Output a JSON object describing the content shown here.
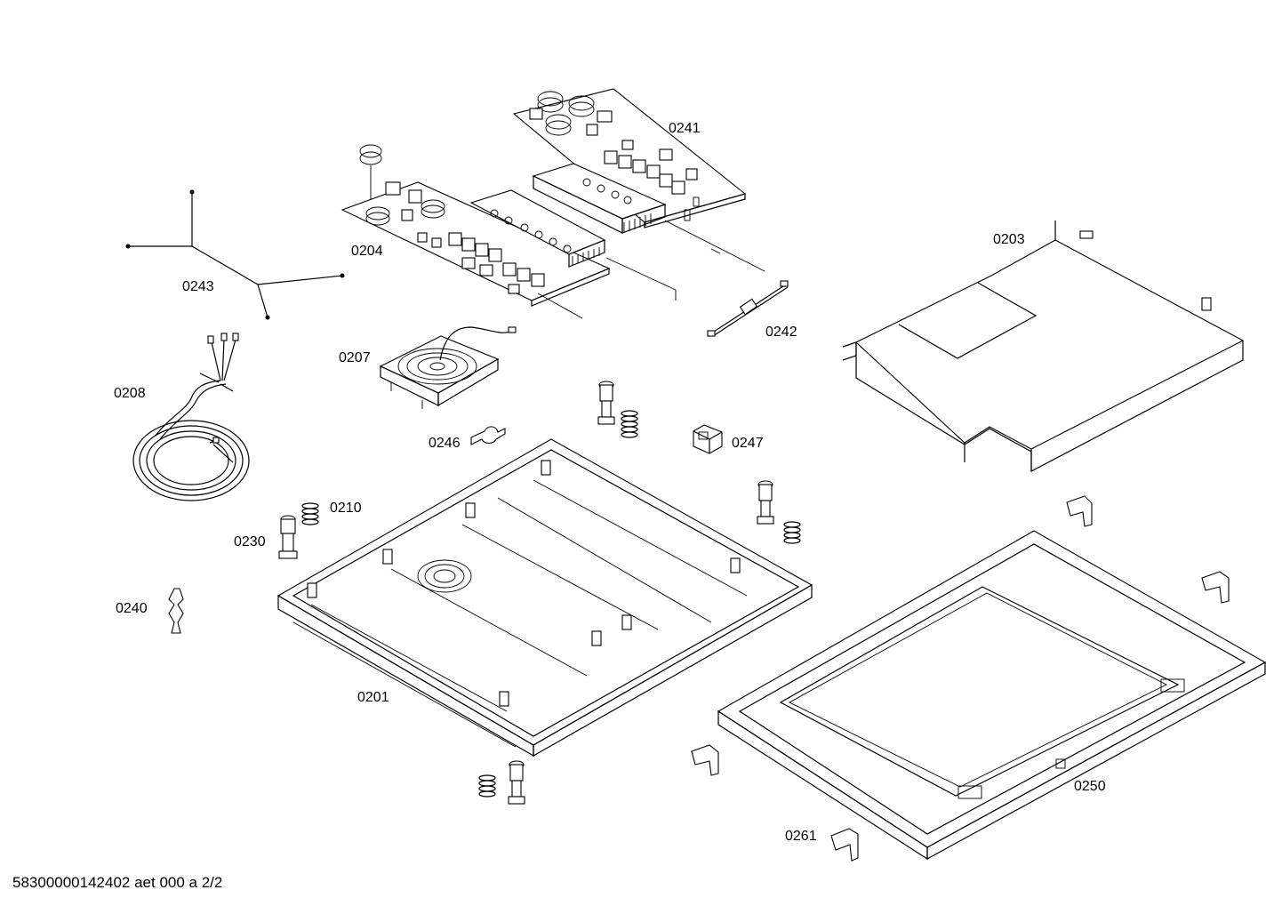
{
  "parts": {
    "p0241": "0241",
    "p0204": "0204",
    "p0243": "0243",
    "p0203": "0203",
    "p0242": "0242",
    "p0207": "0207",
    "p0208": "0208",
    "p0246": "0246",
    "p0247": "0247",
    "p0210": "0210",
    "p0230": "0230",
    "p0240": "0240",
    "p0201": "0201",
    "p0250": "0250",
    "p0261": "0261"
  },
  "footer": {
    "document_id": "58300000142402 aet 000 a 2/2"
  }
}
